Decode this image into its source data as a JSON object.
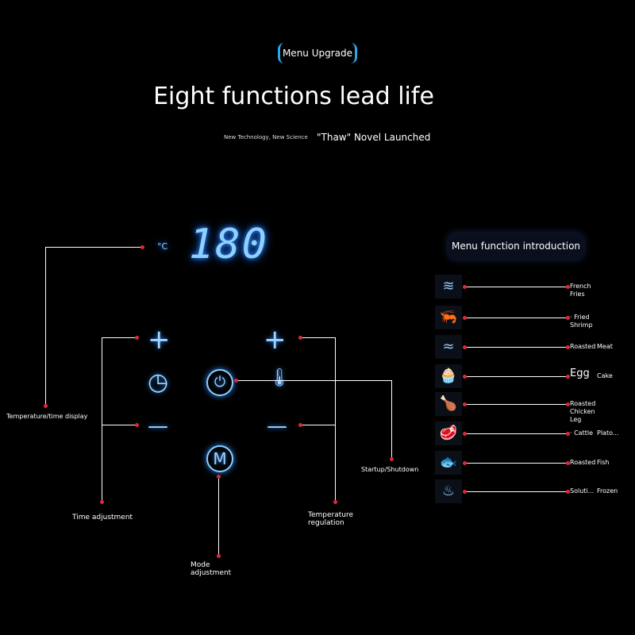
{
  "header": {
    "badge": "Menu Upgrade",
    "title": "Eight functions lead life",
    "subtitle_left": "New Technology, New Science",
    "subtitle_right": "\"Thaw\" Novel Launched"
  },
  "panel": {
    "display_value": "180",
    "unit": "°C",
    "labels": {
      "display": "Temperature/time display",
      "time": "Time adjustment",
      "temp": "Temperature regulation",
      "power": "Startup/Shutdown",
      "mode": "Mode adjustment"
    },
    "icons": {
      "plus": "+",
      "minus": "—",
      "mode": "M",
      "power": "⏻",
      "clock": "◷",
      "thermo": "🌡"
    }
  },
  "menu": {
    "title": "Menu function introduction",
    "items": [
      {
        "icon": "fries-icon",
        "glyph": "≋",
        "a": "French Fries",
        "b": ""
      },
      {
        "icon": "shrimp-icon",
        "glyph": "🦐",
        "a": "· Fried Shrimp",
        "b": ""
      },
      {
        "icon": "meat-icon",
        "glyph": "≈",
        "a": "Roasted",
        "b": "Meat"
      },
      {
        "icon": "cake-icon",
        "glyph": "🧁",
        "a": "Egg",
        "b": "Cake"
      },
      {
        "icon": "chicken-leg-icon",
        "glyph": "🍗",
        "a": "Roasted Chicken Leg",
        "b": ""
      },
      {
        "icon": "steak-icon",
        "glyph": "🥩",
        "a": "· Cattle",
        "b": "Plato..."
      },
      {
        "icon": "fish-icon",
        "glyph": "🐟",
        "a": "Roasted",
        "b": "Fish"
      },
      {
        "icon": "thaw-icon",
        "glyph": "♨",
        "a": "Soluti...",
        "b": "Frozen"
      }
    ]
  }
}
